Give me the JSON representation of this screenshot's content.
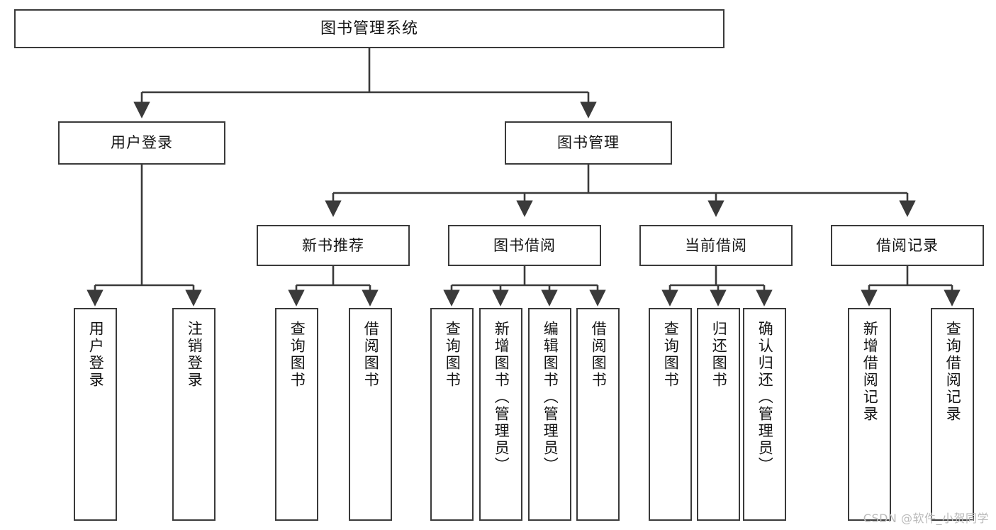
{
  "diagram": {
    "title": "图书管理系统",
    "type": "tree",
    "colors": {
      "box_border": "#3a3a3a",
      "box_fill": "#ffffff",
      "connector": "#3a3a3a",
      "text": "#141414",
      "watermark": "#b9b9b9"
    },
    "root": {
      "label": "图书管理系统"
    },
    "level2": [
      {
        "label": "用户登录"
      },
      {
        "label": "图书管理"
      }
    ],
    "level3": [
      {
        "label": "新书推荐"
      },
      {
        "label": "图书借阅"
      },
      {
        "label": "当前借阅"
      },
      {
        "label": "借阅记录"
      }
    ],
    "leaves_user_login": [
      {
        "label": "用户登录"
      },
      {
        "label": "注销登录"
      }
    ],
    "leaves_new_books": [
      {
        "label": "查询图书"
      },
      {
        "label": "借阅图书"
      }
    ],
    "leaves_book_borrow": [
      {
        "label": "查询图书"
      },
      {
        "label": "新增图书（管理员）"
      },
      {
        "label": "编辑图书（管理员）"
      },
      {
        "label": "借阅图书"
      }
    ],
    "leaves_current_borrow": [
      {
        "label": "查询图书"
      },
      {
        "label": "归还图书"
      },
      {
        "label": "确认归还（管理员）"
      }
    ],
    "leaves_borrow_record": [
      {
        "label": "新增借阅记录"
      },
      {
        "label": "查询借阅记录"
      }
    ]
  },
  "watermark": {
    "text": "CSDN @软件_小贺同学"
  }
}
